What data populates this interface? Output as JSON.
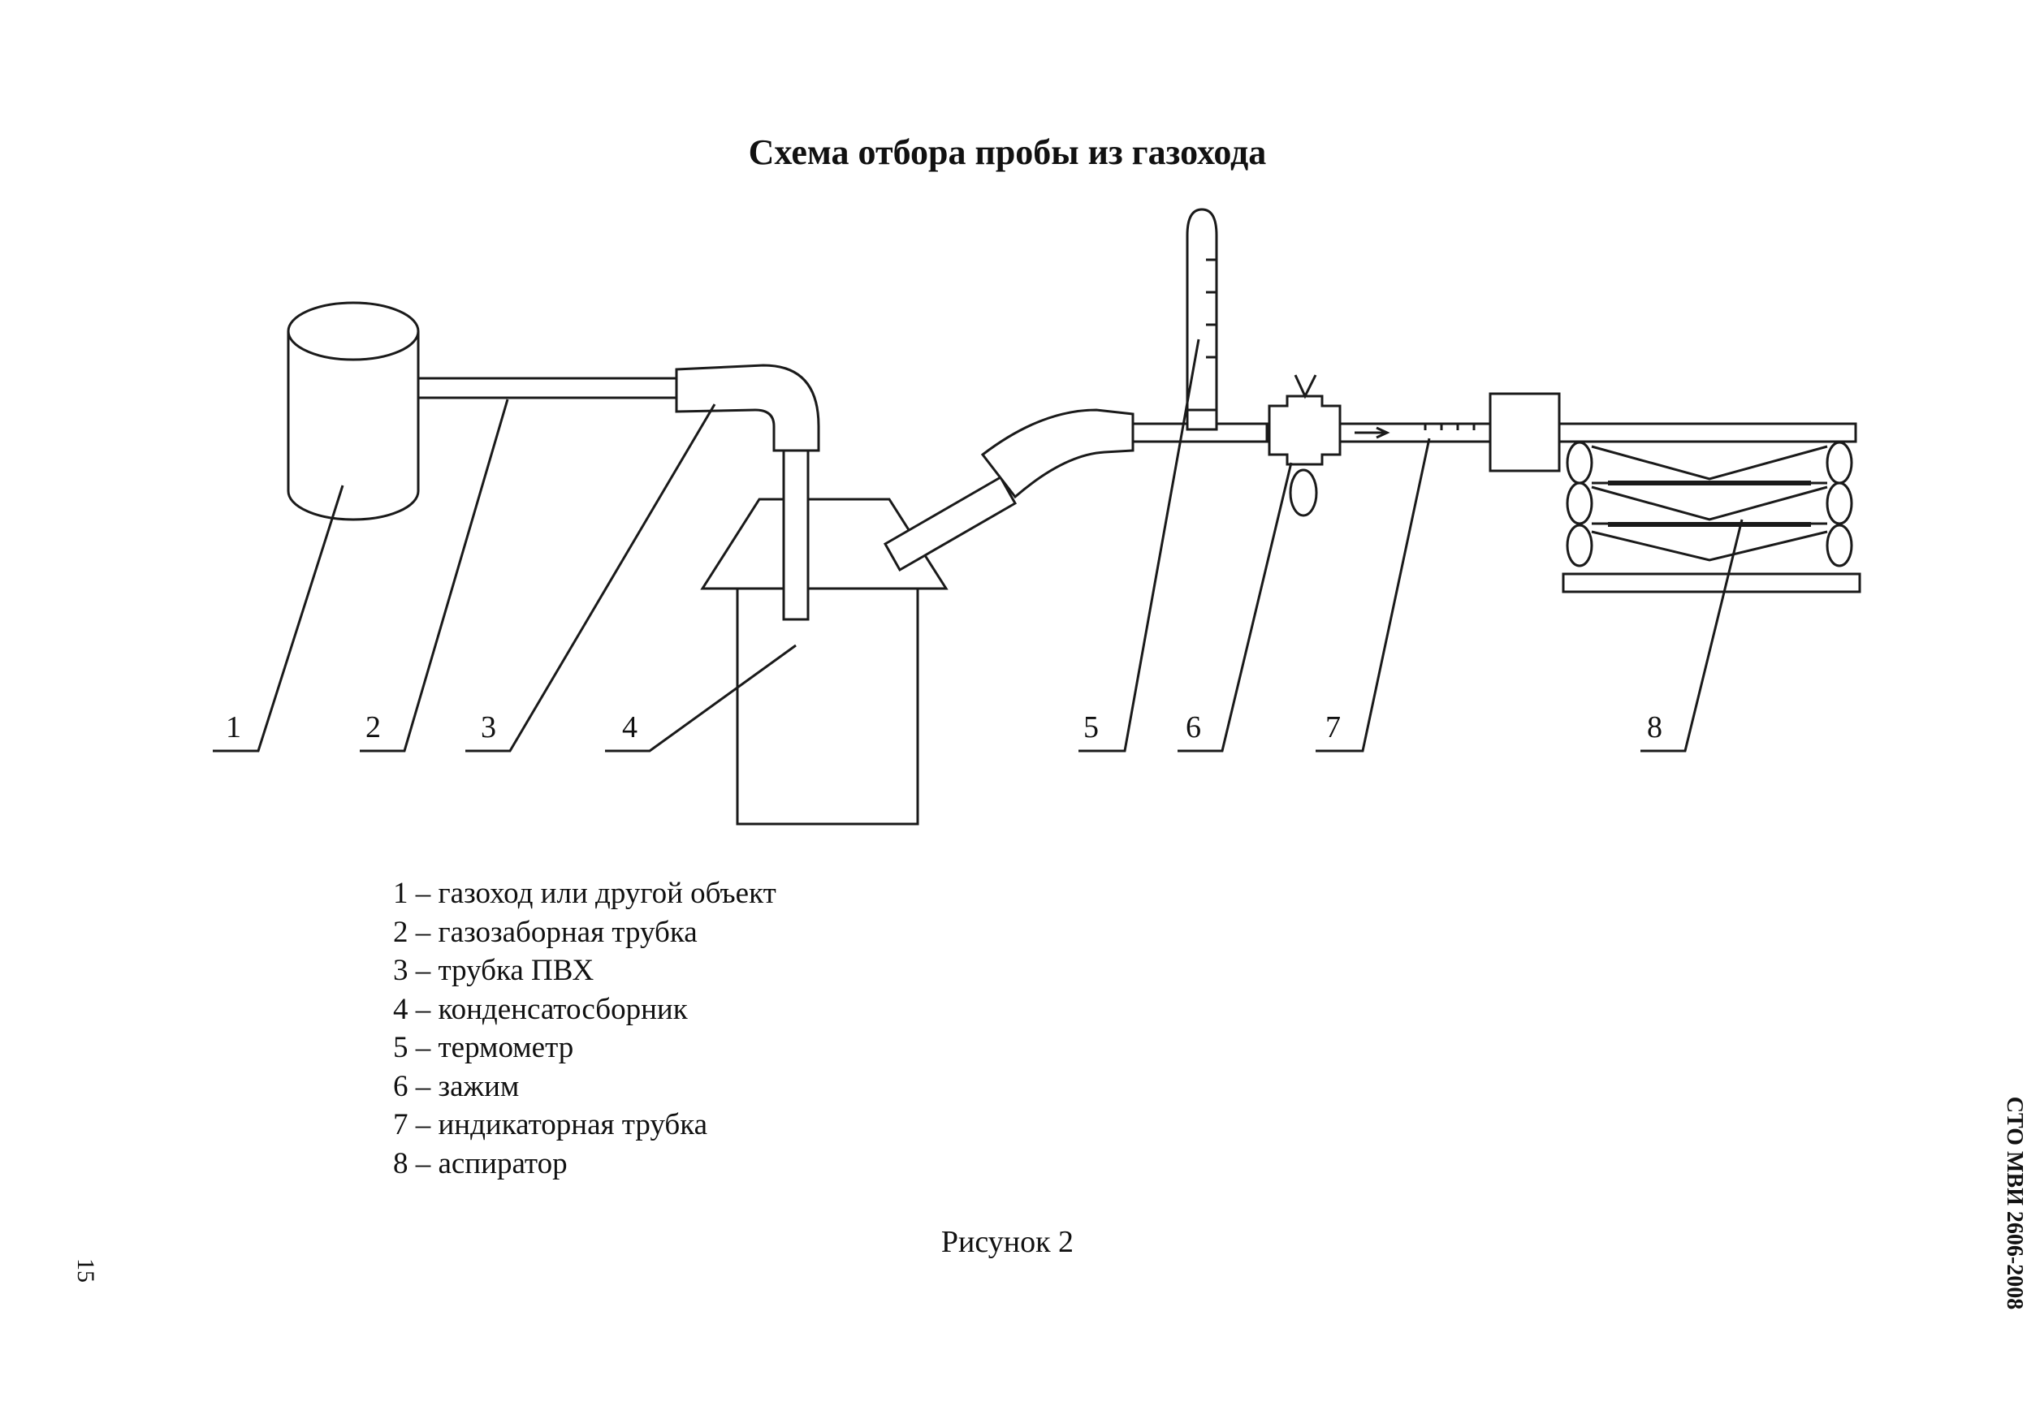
{
  "title": "Схема отбора пробы из газохода",
  "callouts": [
    "1",
    "2",
    "3",
    "4",
    "5",
    "6",
    "7",
    "8"
  ],
  "legend": [
    "1 – газоход или другой объект",
    "2 – газозаборная трубка",
    "3 – трубка ПВХ",
    "4 – конденсатосборник",
    "5 – термометр",
    "6 – зажим",
    "7 – индикаторная трубка",
    "8 – аспиратор"
  ],
  "caption": "Рисунок 2",
  "doc_code": "СТО МВИ 2606-2008",
  "page_number": "15"
}
